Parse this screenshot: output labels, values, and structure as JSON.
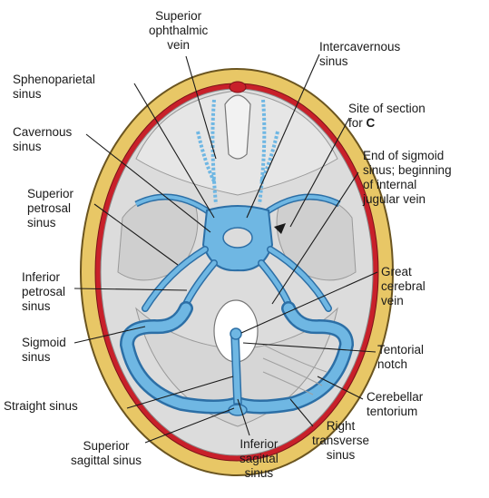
{
  "labels": {
    "superior_ophthalmic_vein": [
      "Superior",
      "ophthalmic",
      "vein"
    ],
    "intercavernous_sinus": [
      "Intercavernous",
      "sinus"
    ],
    "sphenoparietal_sinus": [
      "Sphenoparietal",
      "sinus"
    ],
    "site_of_section": [
      "Site of section",
      "for"
    ],
    "site_of_section_ref": "C",
    "cavernous_sinus": [
      "Cavernous",
      "sinus"
    ],
    "end_of_sigmoid": [
      "End of sigmoid",
      "sinus; beginning",
      "of internal",
      "jugular vein"
    ],
    "superior_petrosal_sinus": [
      "Superior",
      "petrosal",
      "sinus"
    ],
    "inferior_petrosal_sinus": [
      "Inferior",
      "petrosal",
      "sinus"
    ],
    "great_cerebral_vein": [
      "Great",
      "cerebral",
      "vein"
    ],
    "sigmoid_sinus": [
      "Sigmoid",
      "sinus"
    ],
    "tentorial_notch": [
      "Tentorial",
      "notch"
    ],
    "straight_sinus": [
      "Straight sinus"
    ],
    "cerebellar_tentorium": [
      "Cerebellar",
      "tentorium"
    ],
    "superior_sagittal_sinus": [
      "Superior",
      "sagittal sinus"
    ],
    "inferior_sagittal_sinus": [
      "Inferior",
      "sagittal",
      "sinus"
    ],
    "right_transverse_sinus": [
      "Right",
      "transverse",
      "sinus"
    ]
  },
  "colors": {
    "skull": "#e8c766",
    "dura_red": "#c8202a",
    "floor": "#dcdcdc",
    "sinus_blue": "#6fb7e3",
    "sinus_outline": "#2c6fa6",
    "leader": "#1a1a1a"
  }
}
